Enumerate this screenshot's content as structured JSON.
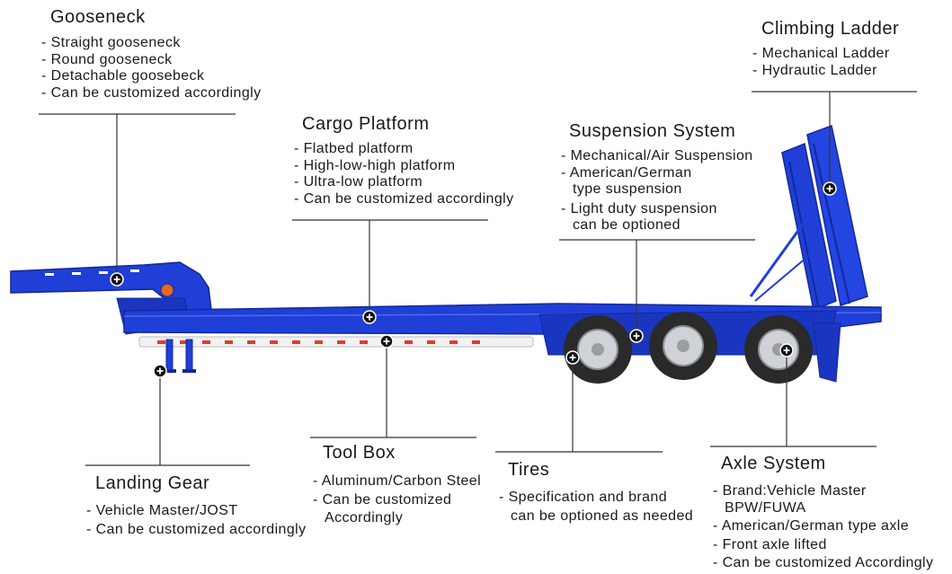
{
  "callouts": {
    "gooseneck": {
      "title": "Gooseneck",
      "items": [
        "- Straight gooseneck",
        "- Round gooseneck",
        "- Detachable goosebeck",
        "- Can be customized accordingly"
      ]
    },
    "cargo_platform": {
      "title": "Cargo Platform",
      "items": [
        "- Flatbed platform",
        "- High-low-high platform",
        "- Ultra-low platform",
        "- Can be customized accordingly"
      ]
    },
    "suspension_system": {
      "title": "Suspension System",
      "items": [
        "- Mechanical/Air Suspension",
        "- American/German",
        "type suspension",
        "- Light duty suspension",
        "can be optioned"
      ]
    },
    "climbing_ladder": {
      "title": "Climbing Ladder",
      "items": [
        "- Mechanical Ladder",
        "- Hydrautic Ladder"
      ]
    },
    "landing_gear": {
      "title": "Landing Gear",
      "items": [
        "- Vehicle Master/JOST",
        "- Can be customized accordingly"
      ]
    },
    "tool_box": {
      "title": "Tool Box",
      "items": [
        "- Aluminum/Carbon Steel",
        "- Can be customized",
        "Accordingly"
      ]
    },
    "tires": {
      "title": "Tires",
      "items": [
        "- Specification and brand",
        "can be optioned as needed"
      ]
    },
    "axle_system": {
      "title": "Axle System",
      "items": [
        "- Brand:Vehicle Master",
        "BPW/FUWA",
        "- American/German type axle",
        "- Front axle lifted",
        "- Can be customized Accordingly"
      ]
    }
  },
  "colors": {
    "trailer_blue": "#1f3fd6",
    "trailer_dark": "#14289a",
    "line": "#333333",
    "marker": "#111111",
    "tire": "#2a2a2a",
    "rim": "#cfd2d6",
    "toolbox": "#f2f2f2",
    "reflector": "#e23b2a"
  }
}
